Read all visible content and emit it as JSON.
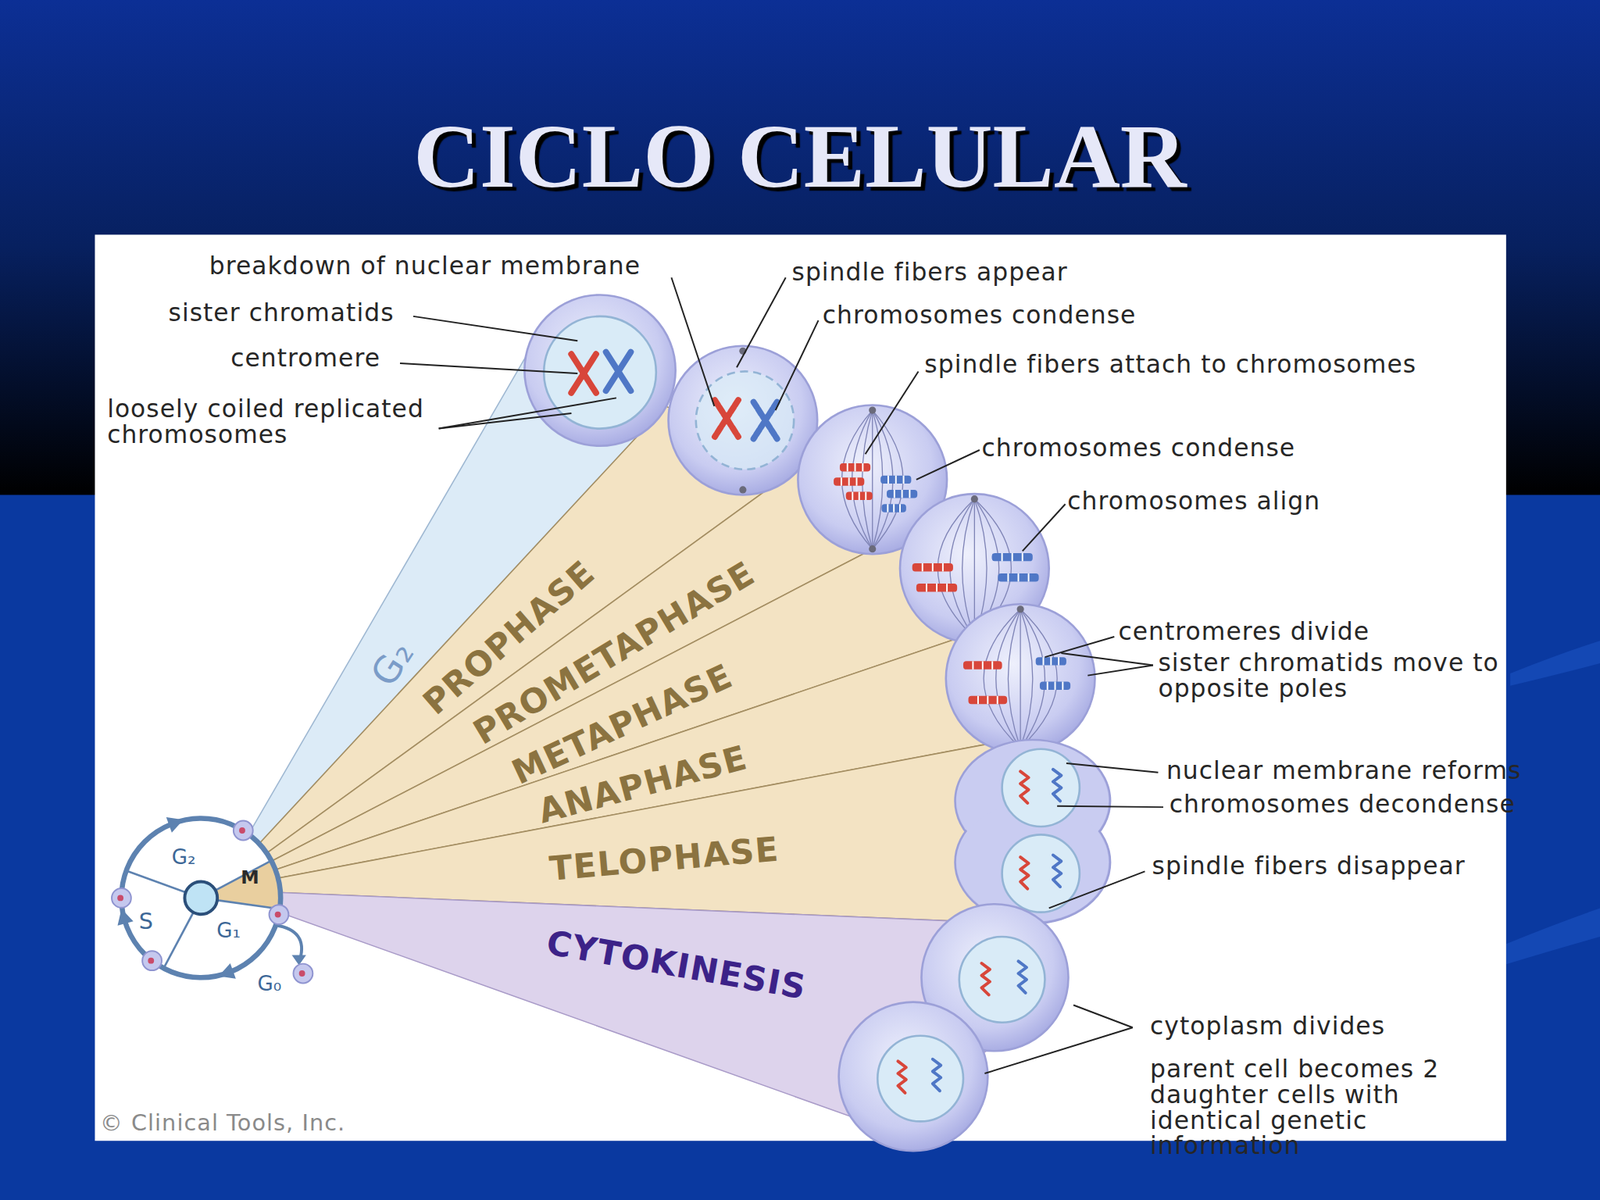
{
  "diagram": {
    "title": "CICLO CELULAR",
    "nodes": [
      {
        "text": [
          "G₂"
        ]
      },
      {
        "text": [
          "PROPHASE"
        ]
      },
      {
        "text": [
          "PROMETAPHASE"
        ]
      },
      {
        "text": [
          "METAPHASE"
        ]
      },
      {
        "text": [
          "ANAPHASE"
        ]
      },
      {
        "text": [
          "TELOPHASE"
        ]
      },
      {
        "text": [
          "CYTOKINESIS"
        ]
      }
    ],
    "labels": [
      "breakdown of nuclear membrane",
      "sister chromatids",
      "centromere",
      "loosely coiled replicated chromosomes",
      "spindle fibers appear",
      "chromosomes condense",
      "spindle fibers attach to chromosomes",
      "chromosomes condense",
      "chromosomes align",
      "centromeres divide",
      "sister chromatids move to opposite poles",
      "nuclear membrane reforms",
      "chromosomes decondense",
      "spindle fibers disappear",
      "cytoplasm divides",
      "parent cell becomes 2 daughter cells with identical genetic information",
      "G₂",
      "S",
      "G₁",
      "M",
      "G₀",
      "© Clinical Tools, Inc."
    ]
  }
}
